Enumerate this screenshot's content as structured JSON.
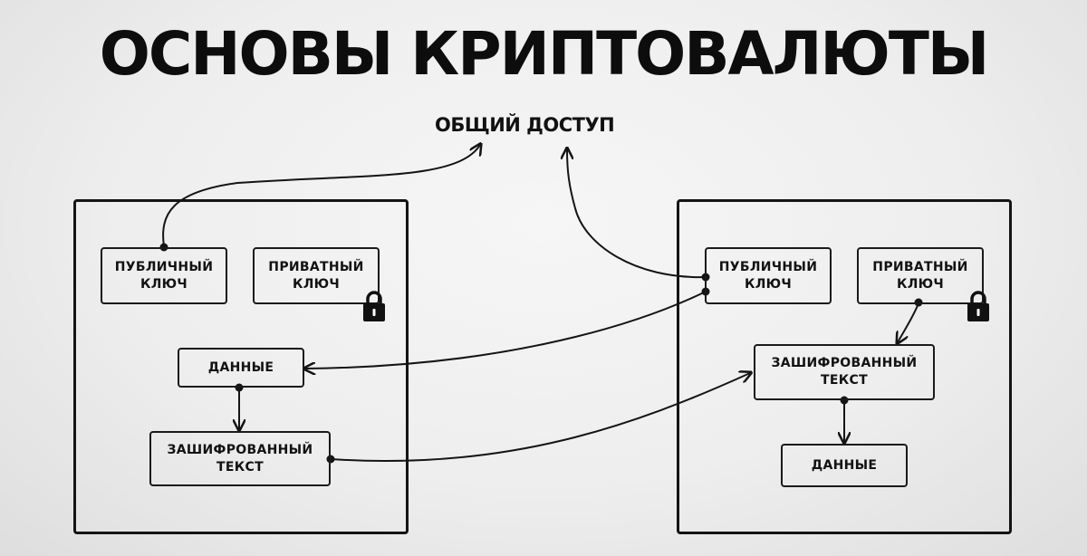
{
  "title": "ОСНОВЫ КРИПТОВАЛЮТЫ",
  "shared_access": "ОБЩИЙ ДОСТУП",
  "left_panel": {
    "public_key": "ПУБЛИЧНЫЙ\nКЛЮЧ",
    "private_key": "ПРИВАТНЫЙ\nКЛЮЧ",
    "data": "ДАННЫЕ",
    "ciphertext": "ЗАШИФРОВАННЫЙ\nТЕКСТ",
    "lock_icon": "padlock-icon"
  },
  "right_panel": {
    "public_key": "ПУБЛИЧНЫЙ\nКЛЮЧ",
    "private_key": "ПРИВАТНЫЙ\nКЛЮЧ",
    "ciphertext": "ЗАШИФРОВАННЫЙ\nТЕКСТ",
    "data": "ДАННЫЕ",
    "lock_icon": "padlock-icon"
  },
  "colors": {
    "ink": "#141414",
    "background": "#eeeeee"
  }
}
